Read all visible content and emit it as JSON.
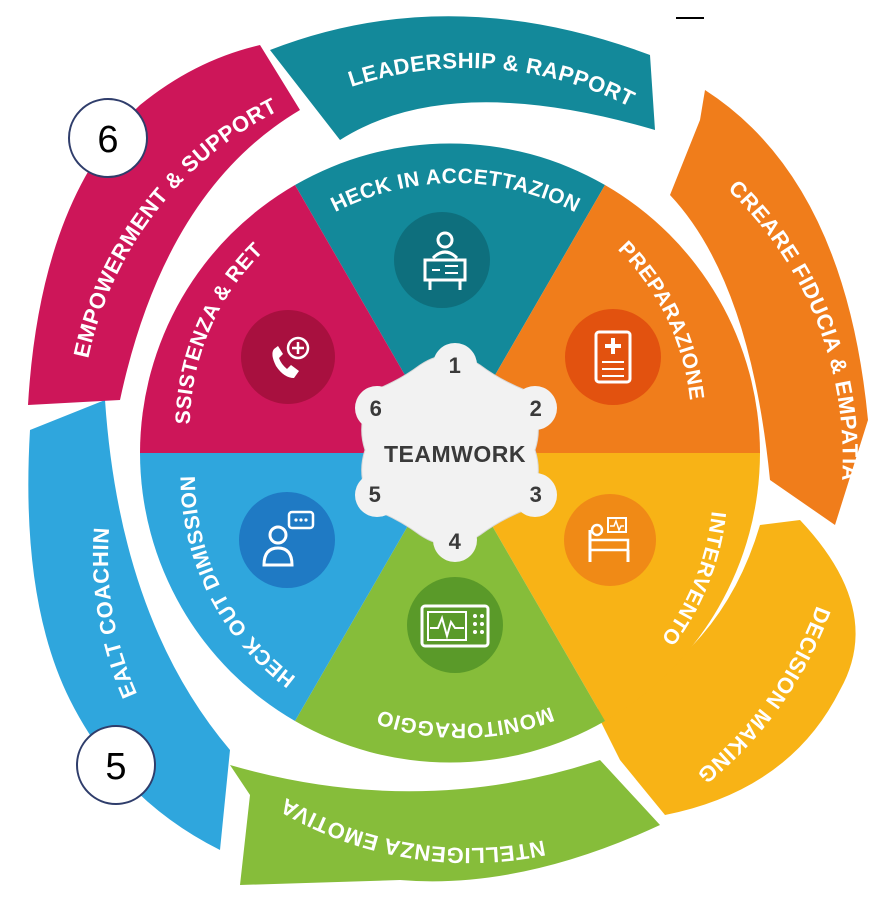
{
  "title_mark": "",
  "outer_ring": [
    {
      "id": "leadership",
      "label": "LEADERSHIP & RAPPORT",
      "color": "#13899a"
    },
    {
      "id": "fiducia",
      "label": "CREARE FIDUCIA & EMPATIA",
      "color": "#f07d1b"
    },
    {
      "id": "decision",
      "label": "DECISION MAKING",
      "color": "#f8b316"
    },
    {
      "id": "intelligenza",
      "label": "INTELLIGENZA EMOTIVA",
      "color": "#86bd3a"
    },
    {
      "id": "coaching",
      "label": "HEALT COACHING",
      "color": "#2fa6dd"
    },
    {
      "id": "empowerment",
      "label": "EMPOWERMENT & SUPPORT",
      "color": "#cd1659"
    }
  ],
  "inner_wheel": [
    {
      "id": "checkin",
      "label": "CHECK IN ACCETTAZIONE",
      "number": "1",
      "icon": "reception-desk-icon",
      "color": "#13899a",
      "badge": "#0e6f7d"
    },
    {
      "id": "preparazione",
      "label": "PREPARAZIONE",
      "number": "2",
      "icon": "medical-report-icon",
      "color": "#f07d1b",
      "badge": "#e2520f"
    },
    {
      "id": "intervento",
      "label": "INTERVENTO",
      "number": "3",
      "icon": "hospital-bed-icon",
      "color": "#f8b316",
      "badge": "#f08a16"
    },
    {
      "id": "monitoraggio",
      "label": "MONITORAGGIO",
      "number": "4",
      "icon": "heart-monitor-icon",
      "color": "#86bd3a",
      "badge": "#5a9a29"
    },
    {
      "id": "checkout",
      "label": "CHECK OUT DIMISSIONI",
      "number": "5",
      "icon": "doctor-chat-icon",
      "color": "#2fa6dd",
      "badge": "#1f7ac4"
    },
    {
      "id": "assistenza",
      "label": "ASSISTENZA & RETE",
      "number": "6",
      "icon": "phone-medical-icon",
      "color": "#cd1659",
      "badge": "#a8103f"
    }
  ],
  "center": {
    "label": "TEAMWORK",
    "color": "#f2f2f2"
  },
  "callouts": [
    {
      "id": "callout-6",
      "value": "6"
    },
    {
      "id": "callout-5",
      "value": "5"
    }
  ]
}
